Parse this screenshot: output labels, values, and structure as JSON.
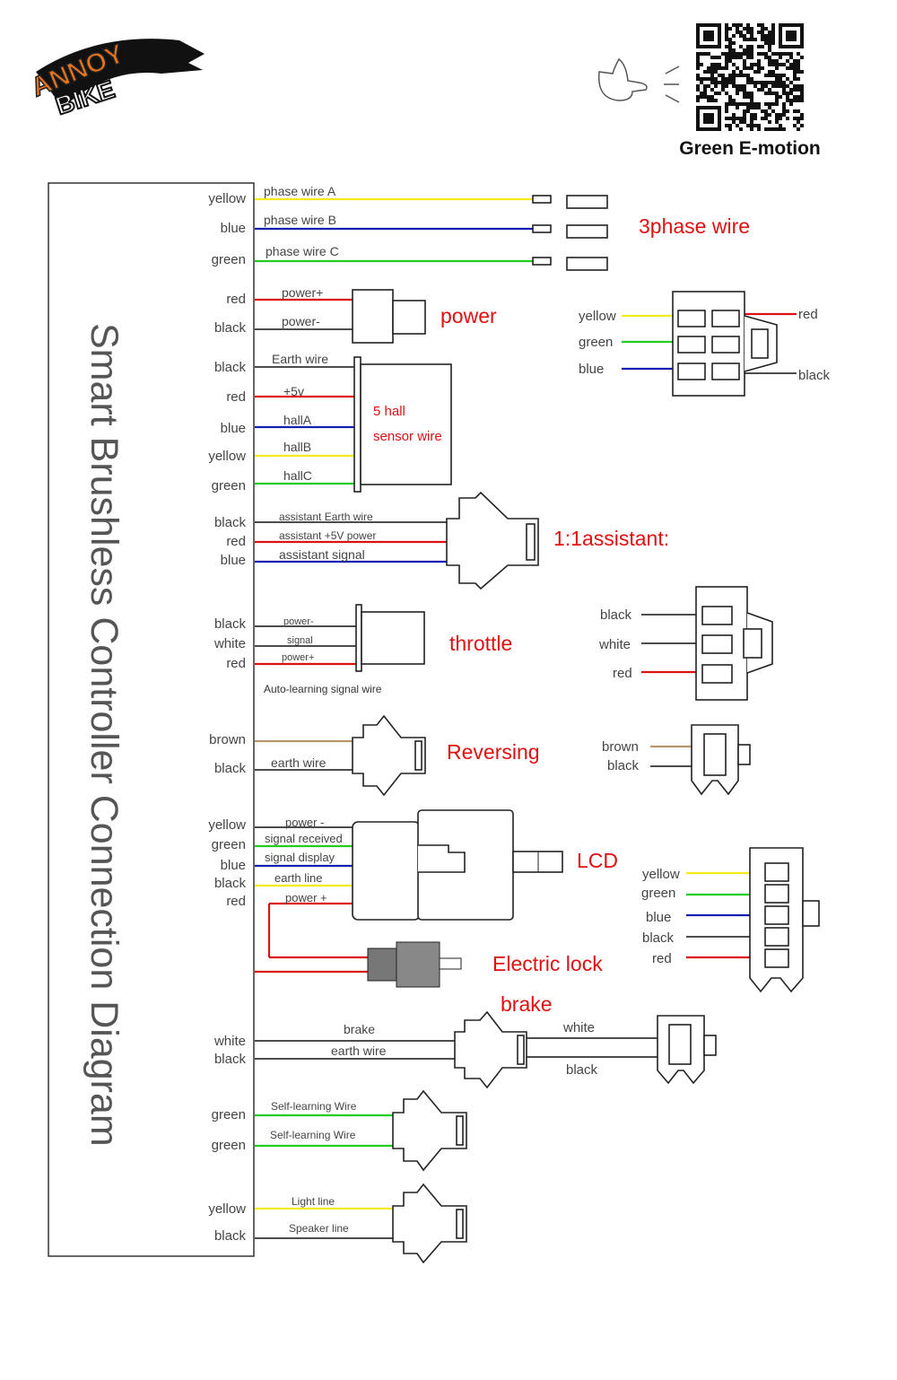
{
  "logo": {
    "line1": "ANNOY",
    "line2": "BIKE"
  },
  "qr": {
    "caption": "Green E-motion"
  },
  "title": "Smart Brushless Controller Connection Diagram",
  "colors": {
    "yellow": "#f2ea1a",
    "blue": "#1520b0",
    "green": "#22cc22",
    "red": "#dd1111",
    "black": "#111111",
    "brown": "#b8956a",
    "accent": "#e01010"
  },
  "left_labels": [
    "yellow",
    "blue",
    "green",
    "red",
    "black",
    "black",
    "red",
    "blue",
    "yellow",
    "green",
    "black",
    "red",
    "blue",
    "black",
    "white",
    "red",
    "brown",
    "black",
    "yellow",
    "green",
    "blue",
    "black",
    "red",
    "white",
    "black",
    "green",
    "green",
    "yellow",
    "black"
  ],
  "phase": {
    "a": "phase wire A",
    "b": "phase wire B",
    "c": "phase wire C",
    "title": "3phase wire",
    "right": {
      "yellow": "yellow",
      "green": "green",
      "blue": "blue",
      "red": "red",
      "black": "black"
    }
  },
  "power": {
    "plus": "power+",
    "minus": "power-",
    "title": "power"
  },
  "hall": {
    "earth": "Earth wire",
    "v5": "+5v",
    "a": "hallA",
    "b": "hallB",
    "c": "hallC",
    "title1": "5 hall",
    "title2": "sensor wire"
  },
  "assistant": {
    "earth": "assistant Earth wire",
    "v5": "assistant +5V power",
    "signal": "assistant signal",
    "title": "1:1assistant:"
  },
  "throttle": {
    "minus": "power-",
    "signal": "signal",
    "plus": "power+",
    "note": "Auto-learning signal wire",
    "title": "throttle",
    "right": {
      "black": "black",
      "white": "white",
      "red": "red"
    }
  },
  "reversing": {
    "earth": "earth wire",
    "title": "Reversing",
    "right": {
      "brown": "brown",
      "black": "black"
    }
  },
  "lcd": {
    "minus": "power -",
    "received": "signal received",
    "display": "signal display",
    "earth": "earth line",
    "plus": "power +",
    "title": "LCD",
    "right": {
      "yellow": "yellow",
      "green": "green",
      "blue": "blue",
      "black": "black",
      "red": "red"
    }
  },
  "lock": {
    "title": "Electric lock"
  },
  "brake": {
    "title": "brake",
    "brake": "brake",
    "earth": "earth wire",
    "right": {
      "white": "white",
      "black": "black"
    }
  },
  "selflearn": {
    "w1": "Self-learning Wire",
    "w2": "Self-learning Wire"
  },
  "light": {
    "light": "Light line",
    "speaker": "Speaker line"
  }
}
